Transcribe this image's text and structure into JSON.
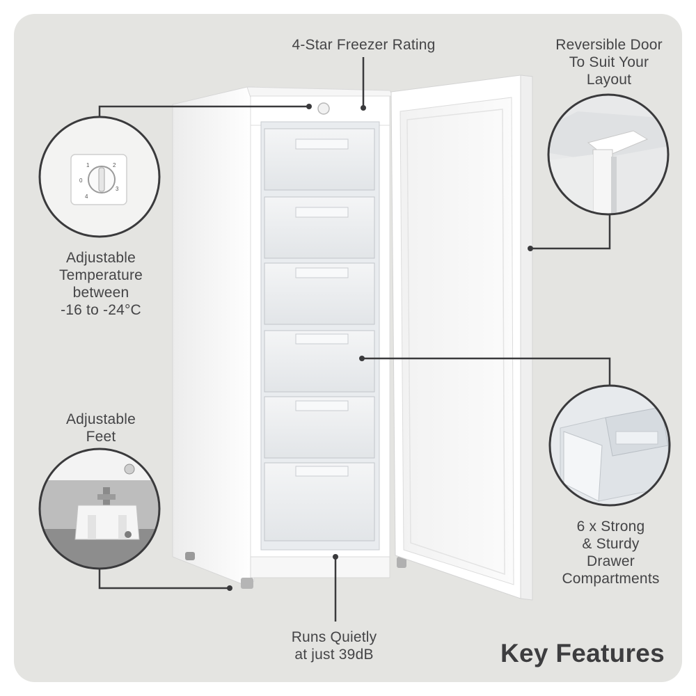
{
  "title": "Key Features",
  "callouts": {
    "rating": [
      "4-Star Freezer Rating"
    ],
    "door": [
      "Reversible Door",
      "To Suit Your",
      "Layout"
    ],
    "temperature": [
      "Adjustable",
      "Temperature",
      "between",
      "-16 to -24°C"
    ],
    "feet": [
      "Adjustable",
      "Feet"
    ],
    "drawers": [
      "6 x Strong",
      "& Sturdy",
      "Drawer",
      "Compartments"
    ],
    "quiet": [
      "Runs Quietly",
      "at just 39dB"
    ]
  },
  "dial_marks": [
    "1",
    "2",
    "3",
    "4",
    "0"
  ],
  "colors": {
    "background": "#e4e4e1",
    "text": "#444446",
    "line": "#3a3a3c",
    "appliance": "#ffffff"
  },
  "icons": [
    "freezer-appliance",
    "thermostat-dial-icon",
    "door-hinge-icon",
    "adjustable-foot-icon",
    "drawer-icon"
  ]
}
